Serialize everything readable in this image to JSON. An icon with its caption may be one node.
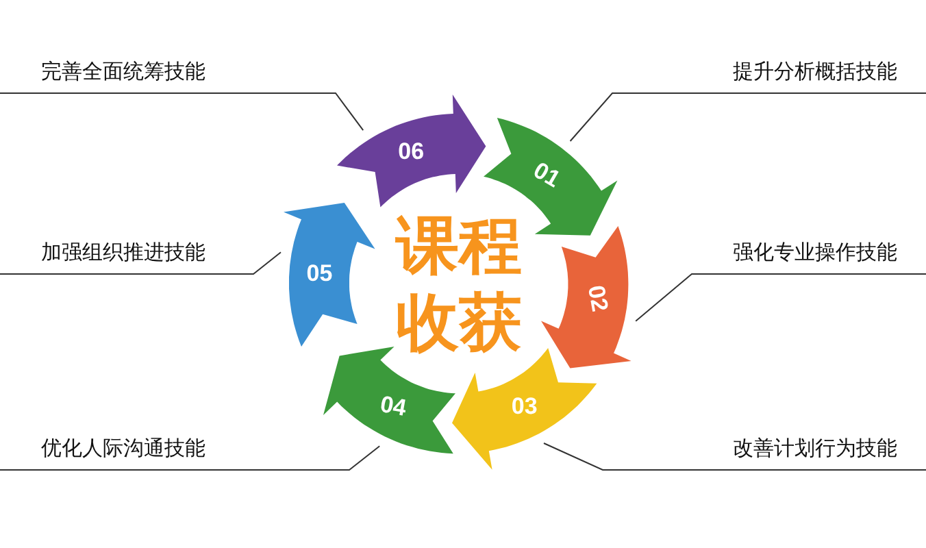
{
  "diagram": {
    "nodes": [
      {
        "text": [
          "课程收获"
        ]
      },
      {
        "text": [
          "01"
        ]
      },
      {
        "text": [
          "02"
        ]
      },
      {
        "text": [
          "03"
        ]
      },
      {
        "text": [
          "04"
        ]
      },
      {
        "text": [
          "05"
        ]
      },
      {
        "text": [
          "06"
        ]
      },
      {
        "text": [
          "提升分析概括技能"
        ]
      },
      {
        "text": [
          "强化专业操作技能"
        ]
      },
      {
        "text": [
          "改善计划行为技能"
        ]
      },
      {
        "text": [
          "优化人际沟通技能"
        ]
      },
      {
        "text": [
          "加强组织推进技能"
        ]
      },
      {
        "text": [
          "完善全面统筹技能"
        ]
      }
    ],
    "edges": [
      {
        "from": 7,
        "to": 1,
        "arrow": "none"
      },
      {
        "from": 8,
        "to": 2,
        "arrow": "none"
      },
      {
        "from": 9,
        "to": 3,
        "arrow": "none"
      },
      {
        "from": 10,
        "to": 4,
        "arrow": "none"
      },
      {
        "from": 11,
        "to": 5,
        "arrow": "none"
      },
      {
        "from": 12,
        "to": 6,
        "arrow": "none"
      }
    ]
  }
}
